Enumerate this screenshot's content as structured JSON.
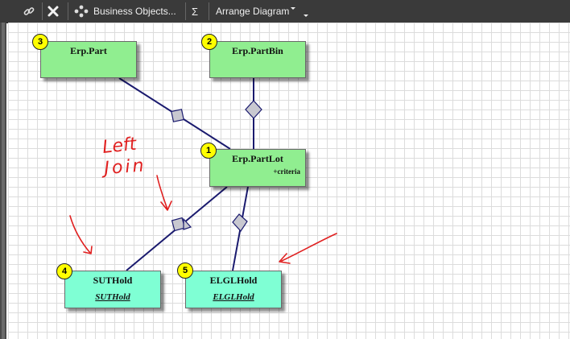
{
  "toolbar": {
    "business_objects_label": "Business Objects...",
    "sum_icon_glyph": "Σ",
    "arrange_label": "Arrange Diagram"
  },
  "nodes": {
    "part": {
      "number": "3",
      "title": "Erp.Part"
    },
    "partbin": {
      "number": "2",
      "title": "Erp.PartBin"
    },
    "partlot": {
      "number": "1",
      "title": "Erp.PartLot",
      "subtitle": "+criteria"
    },
    "suthold": {
      "number": "4",
      "title": "SUTHold",
      "alias": "SUTHold"
    },
    "elglhold": {
      "number": "5",
      "title": "ELGLHold",
      "alias": "ELGLHold"
    }
  },
  "annotation": {
    "handwritten_line1": "Left",
    "handwritten_line2": "Join"
  },
  "colors": {
    "toolbar_bg": "#3a3a3a",
    "node_green": "#90ee90",
    "node_aqua": "#7fffd4",
    "badge_yellow": "#ffff00",
    "link_navy": "#1a1a6e",
    "annotation_red": "#e02020"
  }
}
